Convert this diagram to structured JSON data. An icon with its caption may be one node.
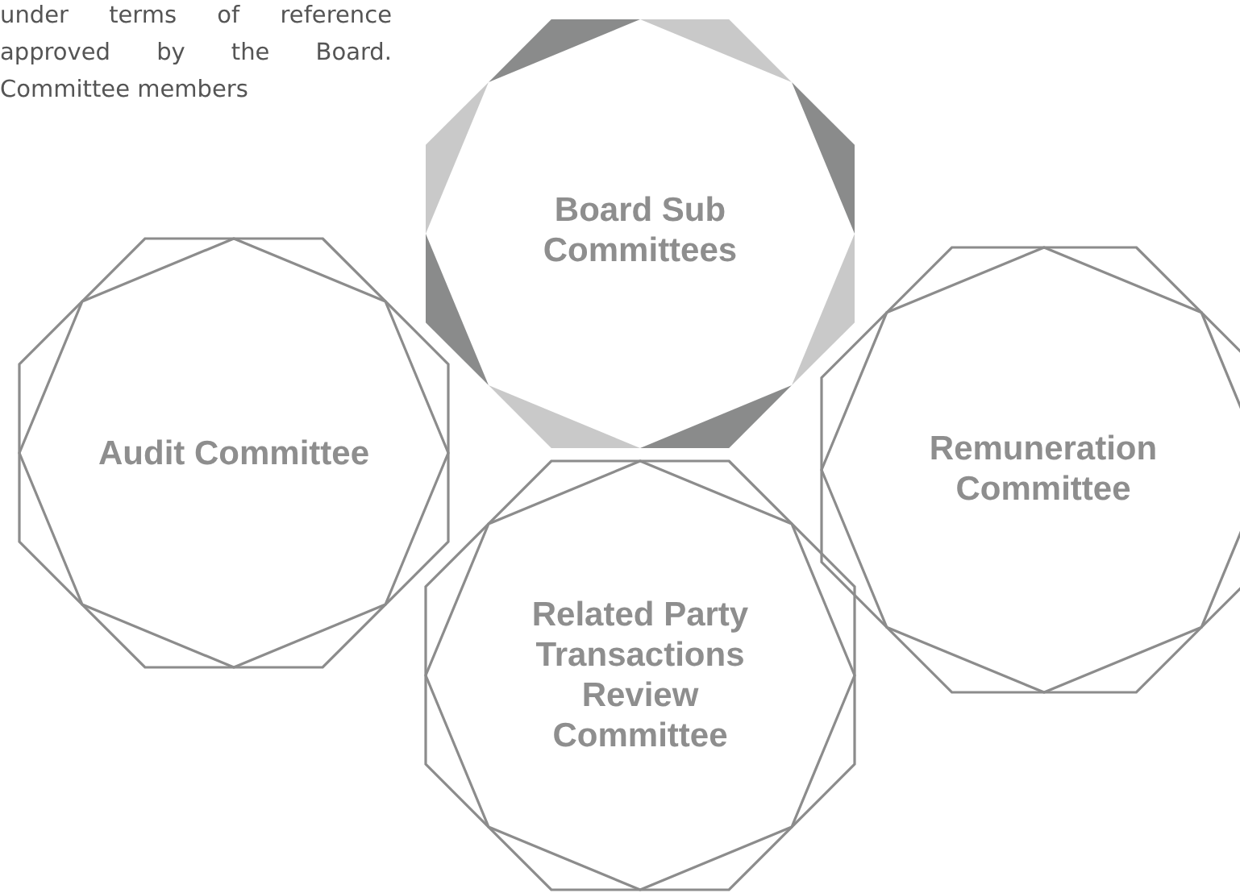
{
  "diagram": {
    "nodes": [
      {
        "text": [
          "Board Sub Committees"
        ]
      },
      {
        "text": [
          "Audit Committee"
        ]
      },
      {
        "text": [
          "Remuneration Committee"
        ]
      },
      {
        "text": [
          "Related Party Transactions Review Committee"
        ]
      }
    ],
    "labels": [
      "under terms of reference approved by the Board. Committee members"
    ]
  }
}
